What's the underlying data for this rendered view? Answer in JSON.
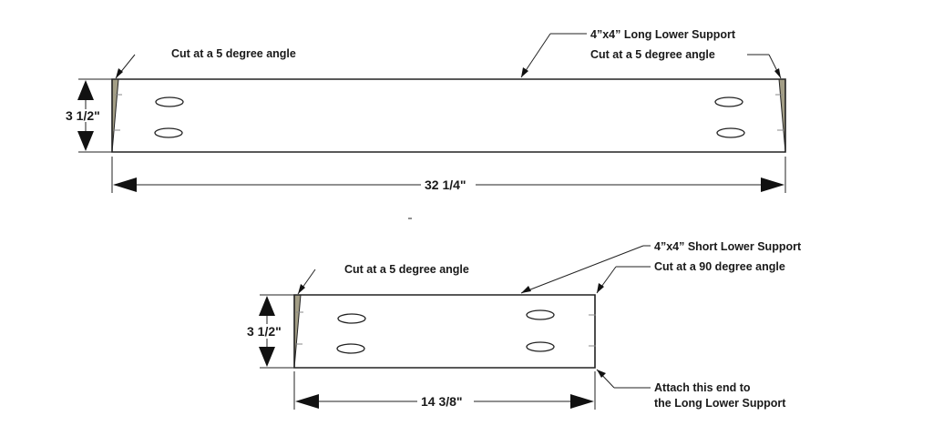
{
  "long_support": {
    "title_line": "4”x4” Long Lower Support",
    "left_note": "Cut at a 5 degree angle",
    "right_note": "Cut at a 5 degree angle",
    "height_dim": "3 1/2\"",
    "length_dim": "32 1/4\""
  },
  "short_support": {
    "title_line": "4”x4” Short Lower Support",
    "left_note": "Cut at a 5 degree angle",
    "right_note": "Cut at a 90 degree angle",
    "attach_note_line1": "Attach this end to",
    "attach_note_line2": "the Long Lower Support",
    "height_dim": "3 1/2\"",
    "length_dim": "14 3/8\""
  },
  "colors": {
    "cut_face": "#a39e86",
    "outline": "#222222"
  }
}
